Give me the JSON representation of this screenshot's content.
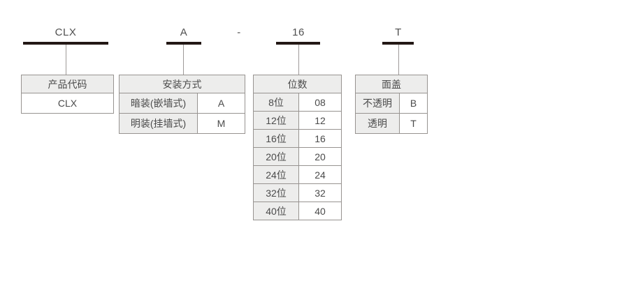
{
  "colors": {
    "bar": "#231815",
    "border": "#979390",
    "cell_bg": "#ededec",
    "text": "#4a4a4a",
    "connector": "#9e9a99"
  },
  "code_segments": {
    "product_code": "CLX",
    "mounting": "A",
    "separator": "-",
    "ways": "16",
    "cover": "T"
  },
  "tables": [
    {
      "header": "产品代码",
      "rows": [
        [
          "CLX"
        ]
      ]
    },
    {
      "header": "安装方式",
      "rows": [
        [
          "暗装(嵌墙式)",
          "A"
        ],
        [
          "明装(挂墙式)",
          "M"
        ]
      ]
    },
    {
      "header": "位数",
      "rows": [
        [
          "8位",
          "08"
        ],
        [
          "12位",
          "12"
        ],
        [
          "16位",
          "16"
        ],
        [
          "20位",
          "20"
        ],
        [
          "24位",
          "24"
        ],
        [
          "32位",
          "32"
        ],
        [
          "40位",
          "40"
        ]
      ]
    },
    {
      "header": "面盖",
      "rows": [
        [
          "不透明",
          "B"
        ],
        [
          "透明",
          "T"
        ]
      ]
    }
  ]
}
